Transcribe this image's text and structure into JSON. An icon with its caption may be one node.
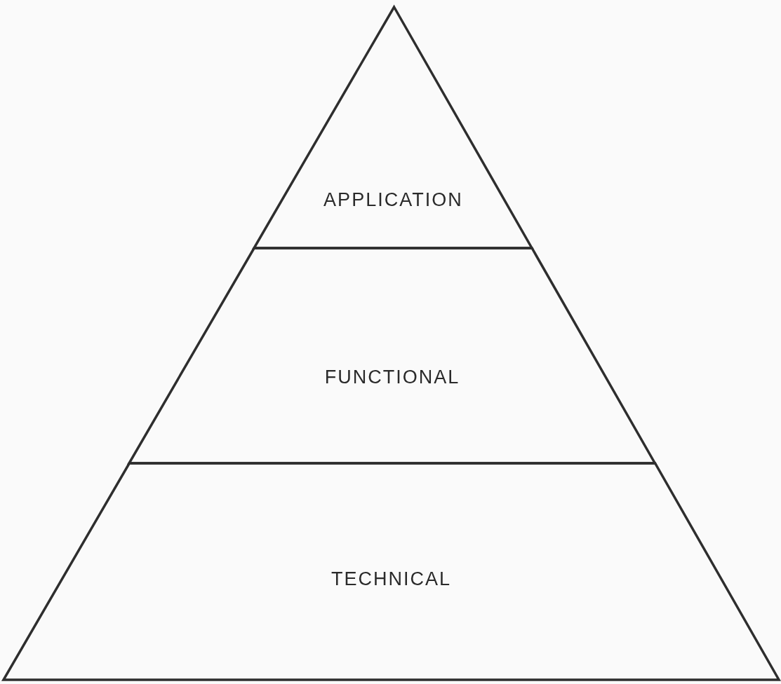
{
  "diagram": {
    "nodes": [
      {
        "text": [
          "APPLICATION"
        ]
      },
      {
        "text": [
          "FUNCTIONAL"
        ]
      },
      {
        "text": [
          "TECHNICAL"
        ]
      }
    ]
  }
}
